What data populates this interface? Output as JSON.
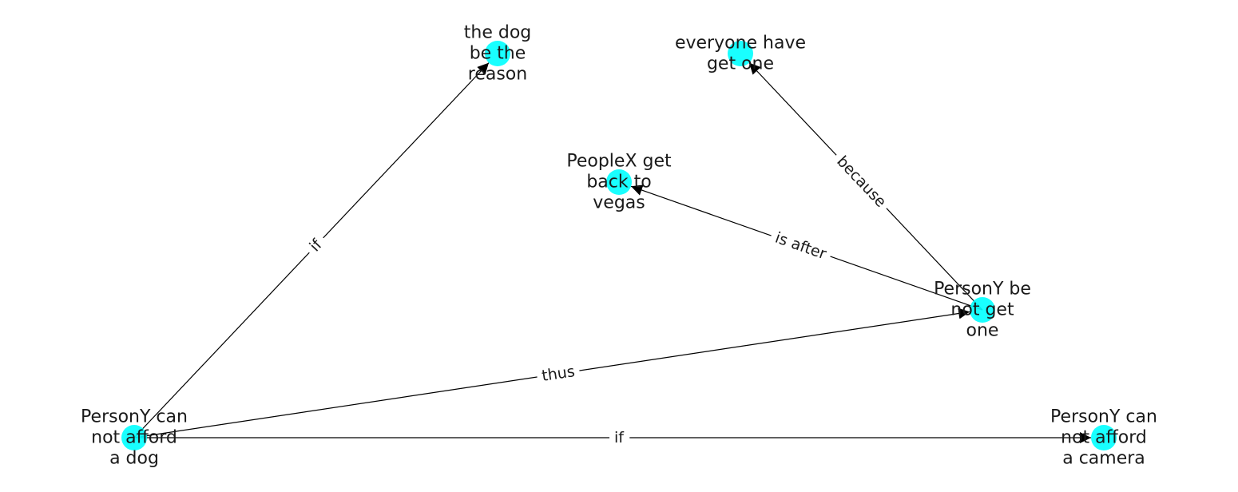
{
  "nodes": [
    {
      "id": "dog_reason",
      "lines": [
        "the dog",
        "be the",
        "reason"
      ]
    },
    {
      "id": "everyone_get",
      "lines": [
        "everyone have",
        "get one"
      ]
    },
    {
      "id": "peoplex_vegas",
      "lines": [
        "PeopleX get",
        "back to",
        "vegas"
      ]
    },
    {
      "id": "persony_not_get",
      "lines": [
        "PersonY be",
        "not get",
        "one"
      ]
    },
    {
      "id": "persony_afford_dog",
      "lines": [
        "PersonY can",
        "not afford",
        "a dog"
      ]
    },
    {
      "id": "persony_afford_camera",
      "lines": [
        "PersonY can",
        "not afford",
        "a camera"
      ]
    }
  ],
  "edges": [
    {
      "from": "persony_afford_dog",
      "to": "dog_reason",
      "label": "if"
    },
    {
      "from": "persony_afford_dog",
      "to": "persony_not_get",
      "label": "thus"
    },
    {
      "from": "persony_afford_dog",
      "to": "persony_afford_camera",
      "label": "if"
    },
    {
      "from": "persony_not_get",
      "to": "everyone_get",
      "label": "because"
    },
    {
      "from": "persony_not_get",
      "to": "peoplex_vegas",
      "label": "is after"
    }
  ],
  "colors": {
    "node": "#00ffff",
    "edge": "#000000",
    "text": "#1a1a1a"
  }
}
